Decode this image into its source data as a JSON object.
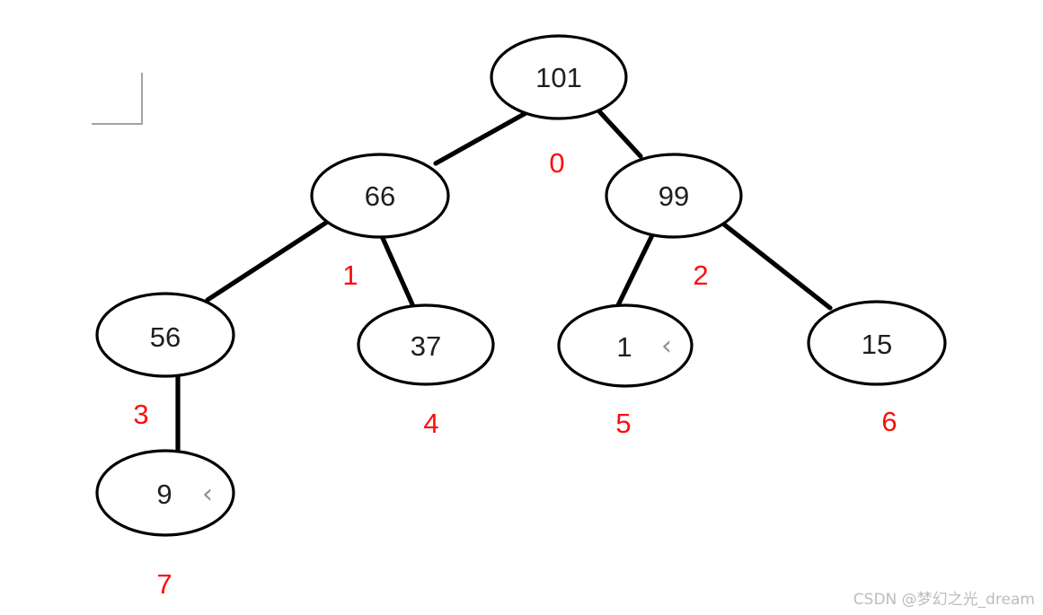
{
  "diagram": {
    "type": "binary-tree",
    "nodes": [
      {
        "value": "101",
        "index": "0"
      },
      {
        "value": "66",
        "index": "1"
      },
      {
        "value": "99",
        "index": "2"
      },
      {
        "value": "56",
        "index": "3"
      },
      {
        "value": "37",
        "index": "4"
      },
      {
        "value": "1",
        "index": "5"
      },
      {
        "value": "15",
        "index": "6"
      },
      {
        "value": "9",
        "index": "7"
      }
    ],
    "edges": [
      {
        "from": "101",
        "to": "66"
      },
      {
        "from": "101",
        "to": "99"
      },
      {
        "from": "66",
        "to": "56"
      },
      {
        "from": "66",
        "to": "37"
      },
      {
        "from": "99",
        "to": "1"
      },
      {
        "from": "99",
        "to": "15"
      },
      {
        "from": "56",
        "to": "9"
      }
    ]
  },
  "icons": {
    "chevron_left": "‹"
  },
  "colors": {
    "node_stroke": "#000000",
    "node_fill": "#ffffff",
    "node_text": "#1f1f1f",
    "edge": "#000000",
    "index_label": "#fd0d0d",
    "cursor_icon": "#8f8f8f",
    "corner_mark": "#a3a3a3",
    "watermark": "#bdbdbd"
  },
  "watermark": {
    "text": "CSDN @梦幻之光_dream"
  }
}
